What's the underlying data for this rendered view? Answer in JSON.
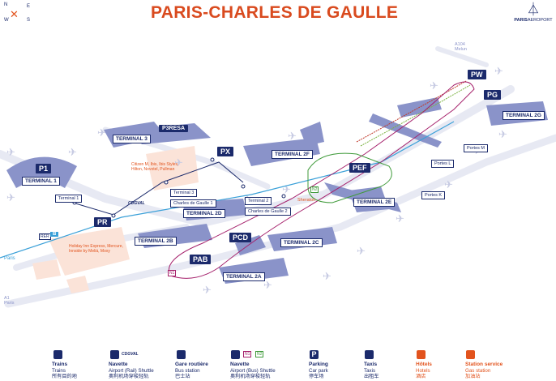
{
  "title": "PARIS-CHARLES DE GAULLE",
  "brand": {
    "name_part1": "PARIS",
    "name_part2": "AEROPORT"
  },
  "compass": {
    "n": "N",
    "e": "E",
    "s": "S",
    "w": "W"
  },
  "terminals": {
    "t1": "TERMINAL 1",
    "t3": "TERMINAL 3",
    "t2f": "TERMINAL 2F",
    "t2e": "TERMINAL 2E",
    "t2d": "TERMINAL 2D",
    "t2b": "TERMINAL 2B",
    "t2c": "TERMINAL 2C",
    "t2a": "TERMINAL 2A",
    "t2g": "TERMINAL 2G"
  },
  "parking": {
    "p1": "P1",
    "p3resa": "P3RESA",
    "px": "PX",
    "pr": "PR",
    "pef": "PEF",
    "pcd": "PCD",
    "pab": "PAB",
    "pw": "PW",
    "pg": "PG"
  },
  "stops": {
    "terminal1": "Terminal 1",
    "terminal3": "Terminal 3",
    "cdg1": "Charles de Gaulle 1",
    "terminal2": "Terminal 2",
    "cdg2": "Charles de Gaulle 2",
    "portes_m": "Portes M",
    "portes_l": "Portes L",
    "portes_k": "Portes K"
  },
  "map_labels": {
    "cdgval": "CDGVAL",
    "rer": "RER",
    "rer_b": "B",
    "paris": "Paris",
    "a1": "A1\nParis",
    "a104": "A104\nMelun",
    "n1": "N1",
    "n2": "N2",
    "sheraton": "Sheraton"
  },
  "hotels": {
    "group1": "Citizen M, Ibis, Ibis Styles,\nHilton, Novotel, Pullman",
    "group2": "Holiday Inn Express, Mercure,\nInnside by Meliá, Moxy"
  },
  "legend": [
    {
      "title": "Trains",
      "line2": "Trains",
      "line3": "所有目的地",
      "color": "#1b2a6b"
    },
    {
      "title": "Navette",
      "line2": "Airport (Rail) Shuttle",
      "line3": "奥利机场穿梭轻轨",
      "badge": "CDGVAL",
      "color": "#1b2a6b"
    },
    {
      "title": "Gare routière",
      "line2": "Bus station",
      "line3": "巴士站",
      "color": "#1b2a6b"
    },
    {
      "title": "Navette",
      "line2": "Airport (Bus) Shuttle",
      "line3": "奥利机场穿梭轻轨",
      "color": "#1b2a6b",
      "n1": "N1",
      "n2": "N2"
    },
    {
      "title": "Parking",
      "line2": "Car park",
      "line3": "停车场",
      "color": "#1b2a6b",
      "icon_text": "P"
    },
    {
      "title": "Taxis",
      "line2": "Taxis",
      "line3": "出租车",
      "color": "#1b2a6b"
    },
    {
      "title": "Hôtels",
      "line2": "Hotels",
      "line3": "酒店",
      "color": "#e2531d"
    },
    {
      "title": "Station service",
      "line2": "Gas station",
      "line3": "加油站",
      "color": "#e2531d"
    }
  ],
  "colors": {
    "title": "#d94a1e",
    "navy": "#1b2a6b",
    "terminal_fill": "#8a93c9",
    "road": "#e6e8f3",
    "orange": "#e2531d",
    "green": "#3f9a3a",
    "purple": "#a5206b",
    "cdgval_line": "#3aa0d8"
  }
}
